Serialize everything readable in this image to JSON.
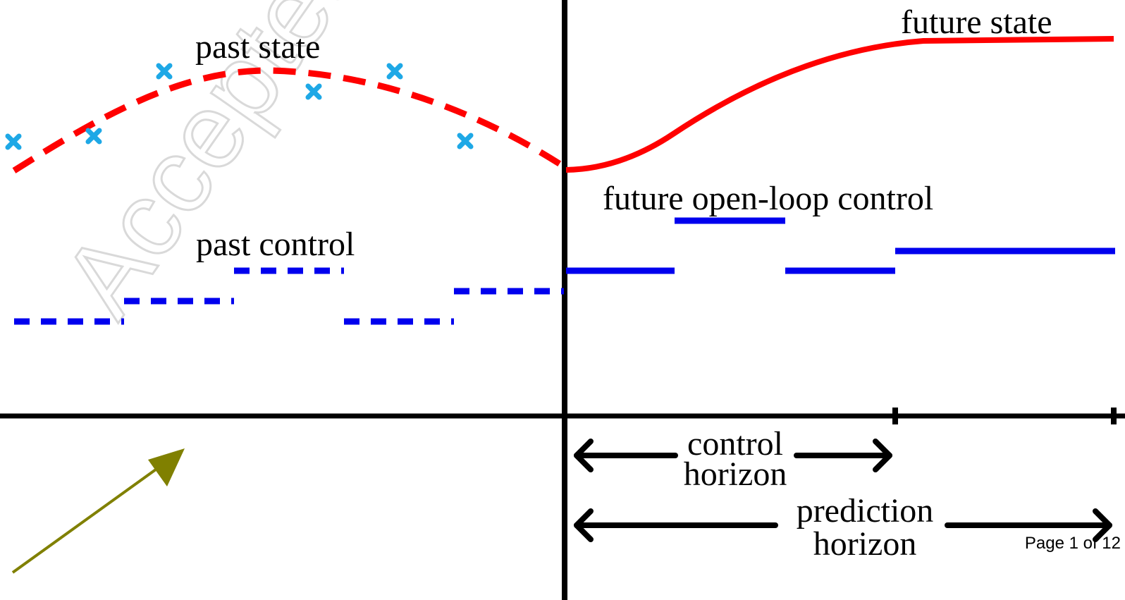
{
  "labels": {
    "past_state": "past state",
    "future_state": "future state",
    "future_control": "future open-loop control",
    "past_control": "past control",
    "control_horizon_line1": "control",
    "control_horizon_line2": "horizon",
    "prediction_horizon_line1": "prediction",
    "prediction_horizon_line2": "horizon"
  },
  "footer": {
    "page": "Page 1 of 12"
  },
  "watermark": {
    "text": "Accepted"
  },
  "colors": {
    "axis": "#000000",
    "state": "#ff0000",
    "control": "#0000ee",
    "measurement": "#1ea8e6",
    "arrow": "#808000"
  }
}
